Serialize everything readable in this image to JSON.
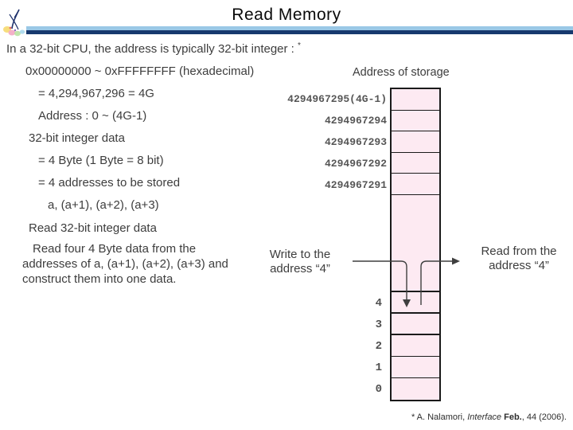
{
  "slide": {
    "title": "Read Memory",
    "footer": {
      "prefix": "* A. Nalamori, ",
      "journal": "Interface",
      "issue": " Feb.",
      "rest": ", 44 (2006)."
    }
  },
  "content": {
    "intro": "In a 32-bit CPU, the address is typically 32-bit integer : ",
    "intro_sup": "*",
    "lines": [
      {
        "text": "0x00000000 ~ 0xFFFFFFFF (hexadecimal)"
      },
      {
        "text": "= 4,294,967,296 = 4G"
      },
      {
        "text": "Address : 0 ~ (4G-1)"
      },
      {
        "text": "32-bit integer data"
      },
      {
        "text": "= 4 Byte (1 Byte = 8 bit)"
      },
      {
        "text": "= 4 addresses to be stored"
      },
      {
        "text": "a, (a+1), (a+2), (a+3)"
      },
      {
        "text": "Read 32-bit integer data"
      }
    ],
    "paragraph": "Read four 4 Byte data from the addresses of a, (a+1), (a+2), (a+3) and construct them into one data."
  },
  "memory": {
    "heading": "Address of storage",
    "top_labels": [
      "4294967295(4G-1)",
      "4294967294",
      "4294967293",
      "4294967292",
      "4294967291"
    ],
    "bottom_labels": [
      "4",
      "3",
      "2",
      "1",
      "0"
    ],
    "write_label_line1": "Write to the",
    "write_label_line2": "address “4”",
    "read_label_line1": "Read from the",
    "read_label_line2": "address “4”",
    "cell_fill": "#fdeaf2",
    "accent_light_blue": "#9ac8e6",
    "accent_navy": "#17396e"
  }
}
